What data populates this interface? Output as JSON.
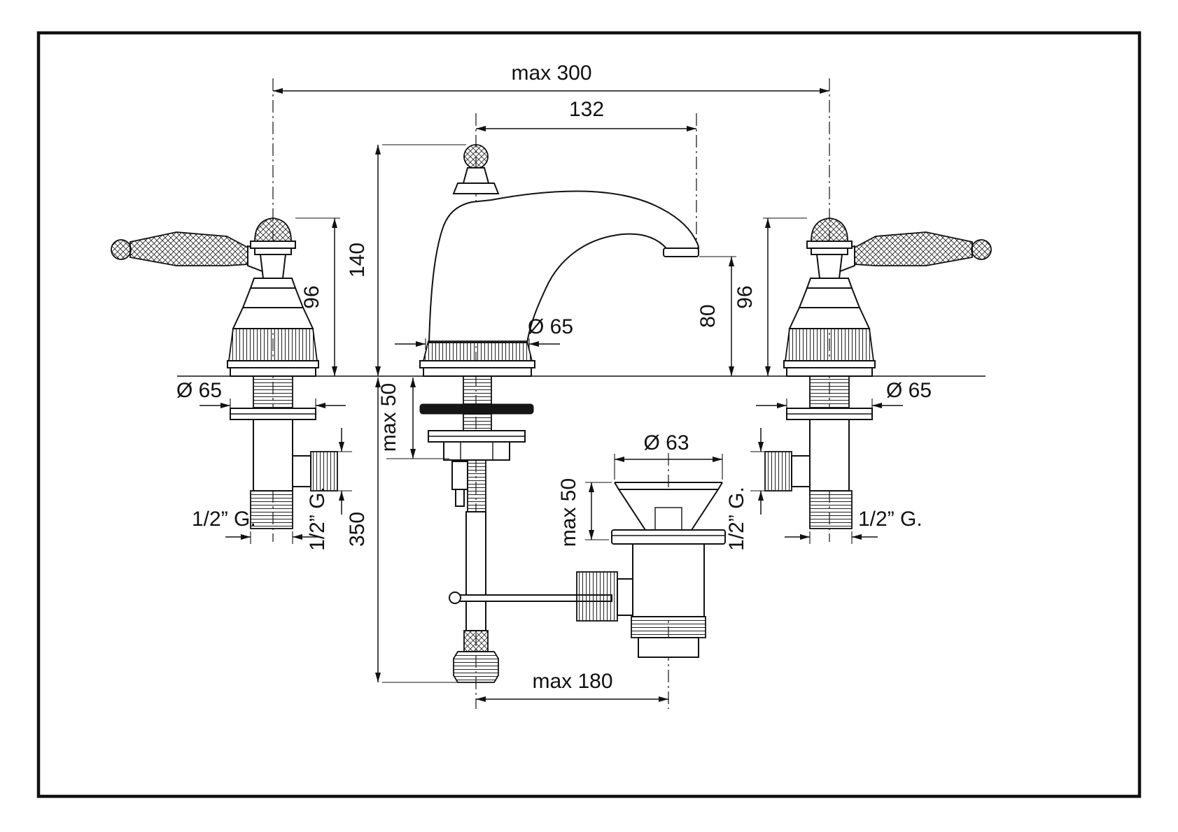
{
  "dims": {
    "overall_width": "max 300",
    "spout_reach": "132",
    "spout_height": "140",
    "handle_height_left": "96",
    "handle_height_right": "96",
    "outlet_height": "80",
    "spout_base_diameter": "Ø 65",
    "left_valve_base_diameter": "Ø 65",
    "right_valve_base_diameter": "Ø 65",
    "spout_deck_thickness": "max 50",
    "drain_deck_thickness": "max 50",
    "drain_flange_diameter": "Ø 63",
    "hose_length": "350",
    "drain_offset": "max 180",
    "left_valve_outlet_thread": "1/2” G.",
    "left_valve_tail_thread": "1/2” G.",
    "right_valve_outlet_thread": "1/2” G.",
    "right_valve_tail_thread": "1/2” G."
  }
}
